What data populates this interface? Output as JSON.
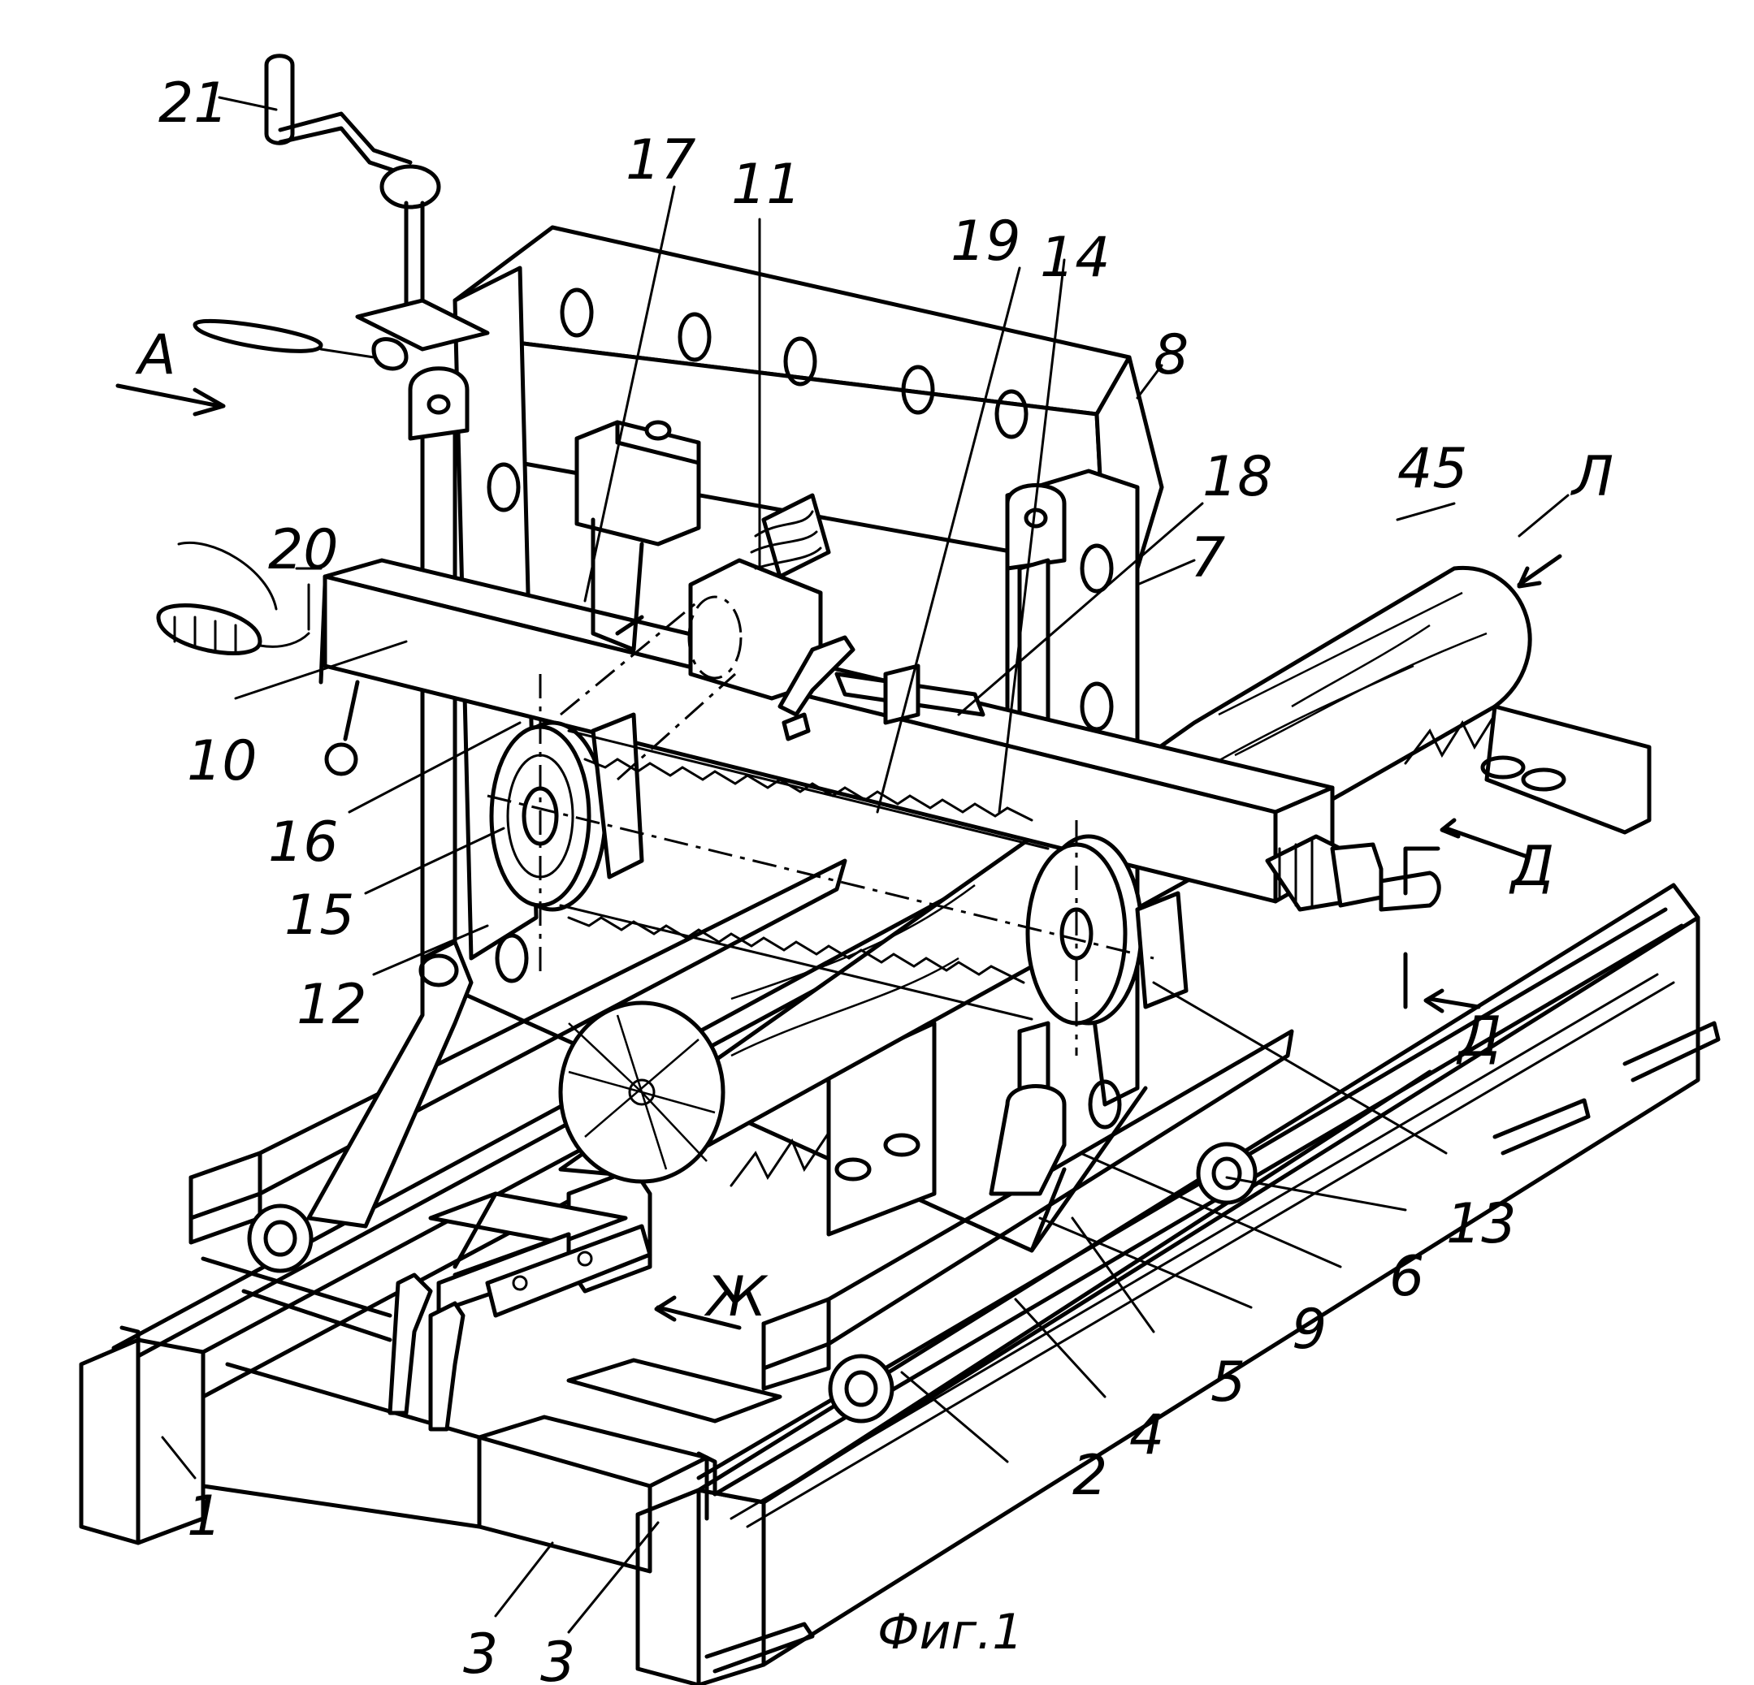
{
  "caption": "Фиг.1",
  "labels": {
    "l1": "1",
    "l2": "2",
    "l3a": "3",
    "l3b": "3",
    "l4": "4",
    "l5": "5",
    "l6": "6",
    "l7": "7",
    "l8": "8",
    "l9": "9",
    "l10": "10",
    "l11": "11",
    "l12": "12",
    "l13": "13",
    "l14": "14",
    "l15": "15",
    "l16": "16",
    "l17": "17",
    "l18": "18",
    "l19": "19",
    "l20": "20",
    "l21": "21",
    "l45": "45",
    "lA": "А",
    "lL": "Л",
    "lD1": "Д",
    "lD2": "Д",
    "lZh": "Ж"
  }
}
